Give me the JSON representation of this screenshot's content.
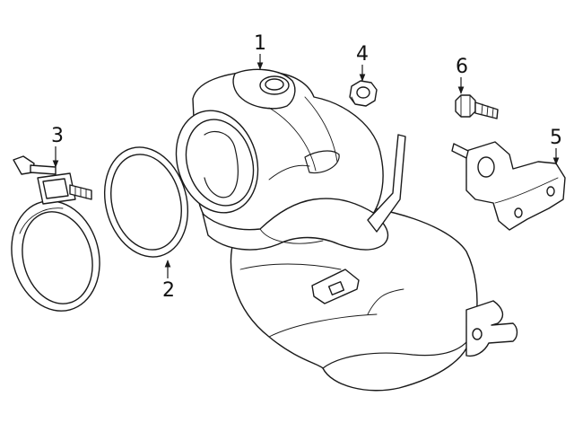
{
  "callouts": [
    {
      "id": "1",
      "label": "1"
    },
    {
      "id": "2",
      "label": "2"
    },
    {
      "id": "3",
      "label": "3"
    },
    {
      "id": "4",
      "label": "4"
    },
    {
      "id": "5",
      "label": "5"
    },
    {
      "id": "6",
      "label": "6"
    }
  ],
  "colors": {
    "ink": "#1a1a1a",
    "background": "#ffffff"
  }
}
